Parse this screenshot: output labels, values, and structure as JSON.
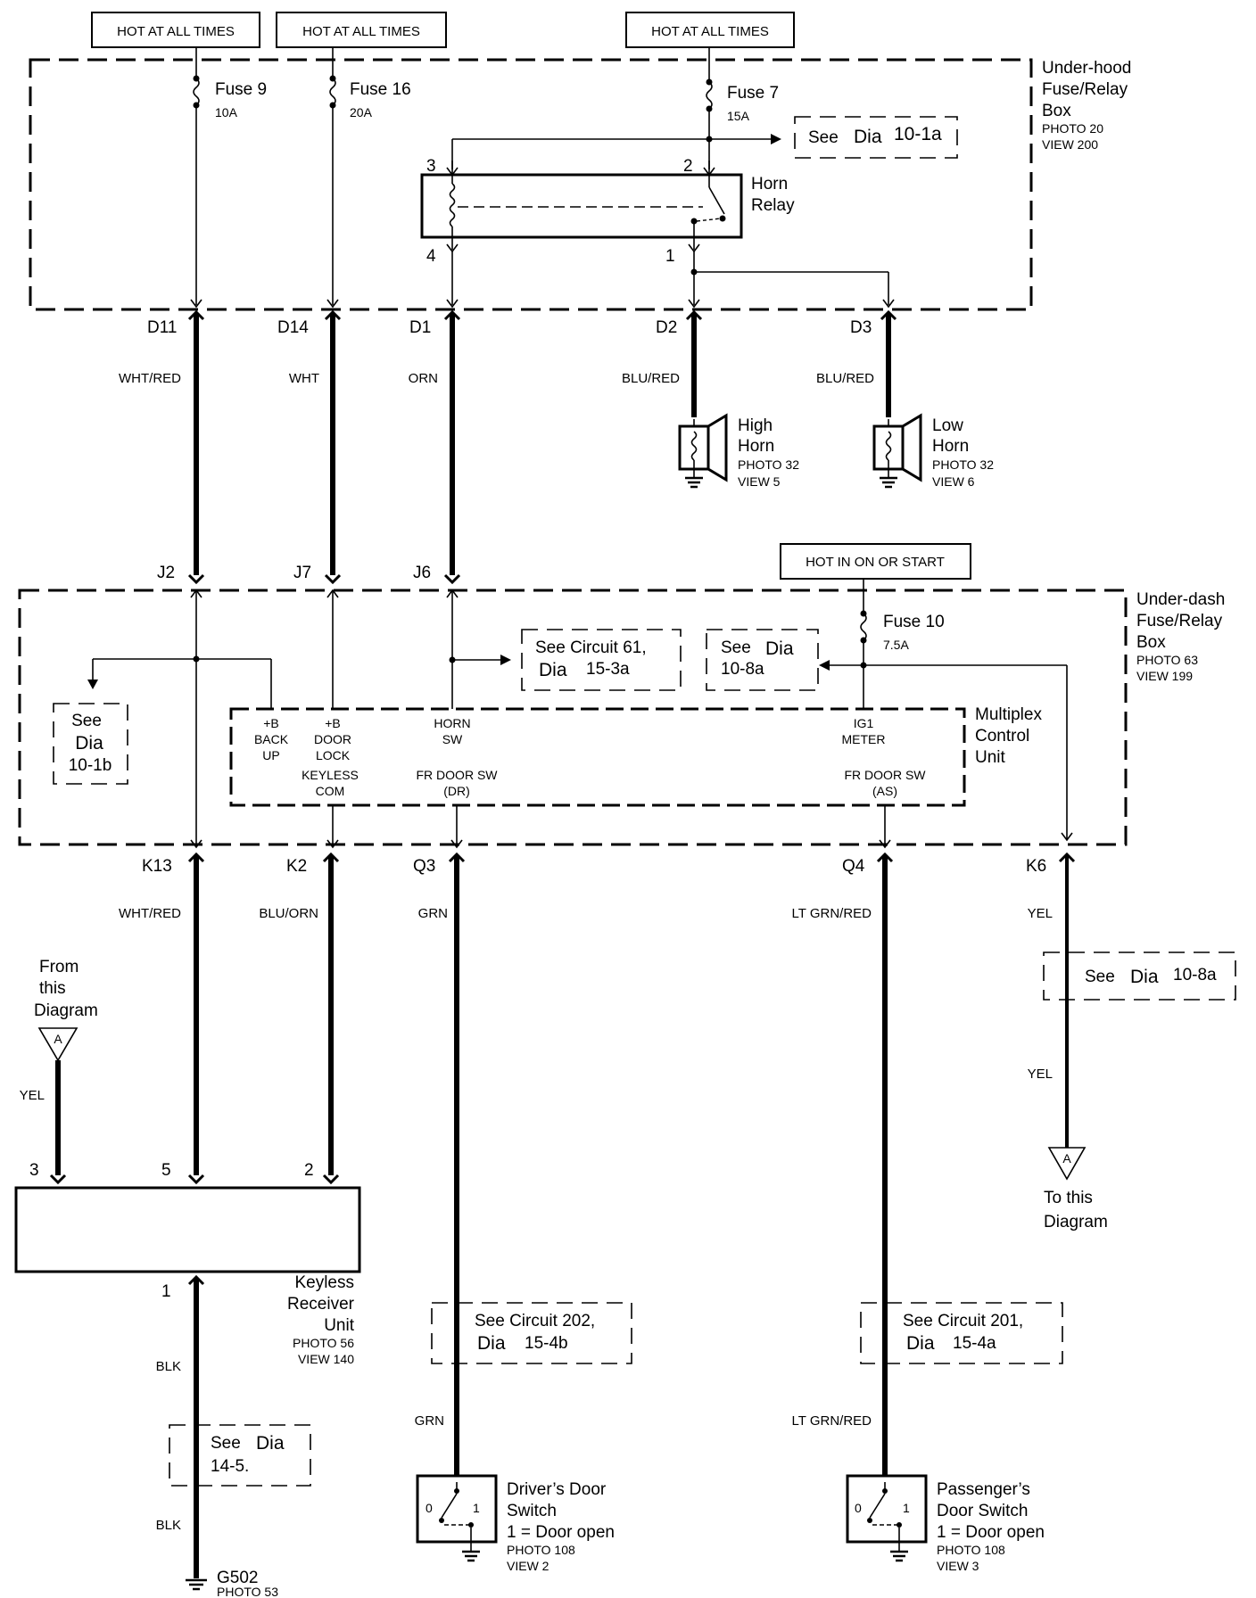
{
  "hot_labels": {
    "hot1": "HOT AT ALL TIMES",
    "hot2": "HOT AT ALL TIMES",
    "hot3": "HOT AT ALL TIMES",
    "hot4": "HOT IN ON OR START"
  },
  "underhood": {
    "name1": "Under-hood",
    "name2": "Fuse/Relay",
    "name3": "Box",
    "photo": "PHOTO 20",
    "view": "VIEW 200"
  },
  "underdash": {
    "name1": "Under-dash",
    "name2": "Fuse/Relay",
    "name3": "Box",
    "photo": "PHOTO 63",
    "view": "VIEW 199"
  },
  "fuses": {
    "f9": {
      "name": "Fuse 9",
      "rating": "10A"
    },
    "f16": {
      "name": "Fuse 16",
      "rating": "20A"
    },
    "f7": {
      "name": "Fuse 7",
      "rating": "15A"
    },
    "f10": {
      "name": "Fuse 10",
      "rating": "7.5A"
    }
  },
  "horn_relay": {
    "line1": "Horn",
    "line2": "Relay",
    "p3": "3",
    "p2": "2",
    "p4": "4",
    "p1": "1"
  },
  "refs": {
    "r1": {
      "a": "See",
      "b": "Dia",
      "c": "10-1a"
    },
    "r2": {
      "a": "See Circuit 61,",
      "b": "Dia",
      "c": "15-3a"
    },
    "r3": {
      "a": "See",
      "b": "Dia",
      "c": "10-8a"
    },
    "r4": {
      "a": "See",
      "b": "Dia",
      "c": "10-1b"
    },
    "r5": {
      "a": "See",
      "b": "Dia",
      "c": "10-8a"
    },
    "r6": {
      "a": "See Circuit 202,",
      "b": "Dia",
      "c": "15-4b"
    },
    "r7": {
      "a": "See Circuit 201,",
      "b": "Dia",
      "c": "15-4a"
    },
    "r8": {
      "a": "See",
      "b": "Dia",
      "c": "14-5."
    }
  },
  "connectors": {
    "D11": "D11",
    "D14": "D14",
    "D1": "D1",
    "D2": "D2",
    "D3": "D3",
    "J2": "J2",
    "J7": "J7",
    "J6": "J6",
    "K13": "K13",
    "K2": "K2",
    "Q3": "Q3",
    "Q4": "Q4",
    "K6": "K6"
  },
  "wires": {
    "w1": "WHT/RED",
    "w2": "WHT",
    "w3": "ORN",
    "w4": "BLU/RED",
    "w5": "BLU/RED",
    "w6": "WHT/RED",
    "w7": "BLU/ORN",
    "w8": "GRN",
    "w9": "LT GRN/RED",
    "w10": "YEL",
    "w11": "YEL",
    "w12": "YEL",
    "w13": "BLK",
    "w14": "BLK",
    "w15": "GRN",
    "w16": "LT GRN/RED"
  },
  "high_horn": {
    "l1": "High",
    "l2": "Horn",
    "photo": "PHOTO 32",
    "view": "VIEW 5"
  },
  "low_horn": {
    "l1": "Low",
    "l2": "Horn",
    "photo": "PHOTO 32",
    "view": "VIEW 6"
  },
  "mcu": {
    "name1": "Multiplex",
    "name2": "Control",
    "name3": "Unit",
    "t1a": "+B",
    "t1b": "BACK",
    "t1c": "UP",
    "t2a": "+B",
    "t2b": "DOOR",
    "t2c": "LOCK",
    "t3a": "HORN",
    "t3b": "SW",
    "t4a": "IG1",
    "t4b": "METER",
    "b1a": "KEYLESS",
    "b1b": "COM",
    "b2a": "FR DOOR SW",
    "b2b": "(DR)",
    "b3a": "FR DOOR SW",
    "b3b": "(AS)"
  },
  "from_diagram": {
    "l1": "From",
    "l2": "this",
    "l3": "Diagram",
    "letter": "A"
  },
  "to_diagram": {
    "l1": "To this",
    "l2": "Diagram",
    "letter": "A"
  },
  "keyless": {
    "name1": "Keyless",
    "name2": "Receiver",
    "name3": "Unit",
    "photo": "PHOTO 56",
    "view": "VIEW 140",
    "p3": "3",
    "p5": "5",
    "p2": "2",
    "p1": "1"
  },
  "ground": {
    "name": "G502",
    "photo": "PHOTO 53"
  },
  "driver_sw": {
    "l1": "Driver’s Door",
    "l2": "Switch",
    "l3": "1 = Door open",
    "photo": "PHOTO 108",
    "view": "VIEW 2",
    "s0": "0",
    "s1": "1"
  },
  "pass_sw": {
    "l1": "Passenger’s",
    "l2": "Door Switch",
    "l3": "1 = Door open",
    "photo": "PHOTO 108",
    "view": "VIEW 3",
    "s0": "0",
    "s1": "1"
  }
}
